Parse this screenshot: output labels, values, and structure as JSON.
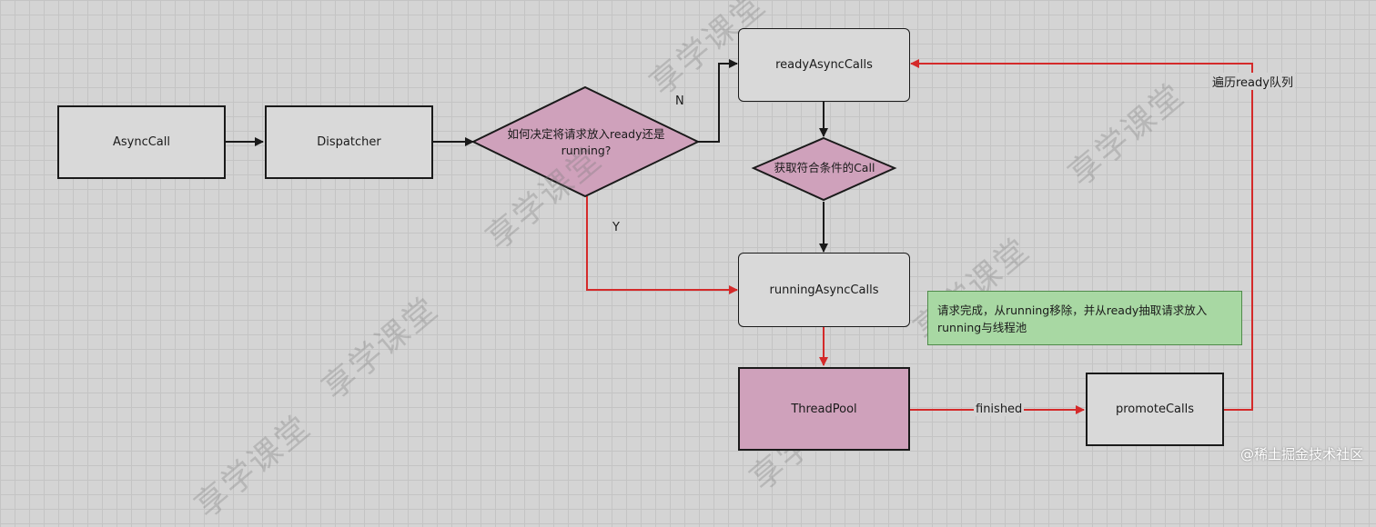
{
  "nodes": {
    "async_call": "AsyncCall",
    "dispatcher": "Dispatcher",
    "decision": "如何决定将请求放入ready还是running?",
    "ready_async_calls": "readyAsyncCalls",
    "get_call": "获取符合条件的Call",
    "running_async_calls": "runningAsyncCalls",
    "thread_pool": "ThreadPool",
    "promote_calls": "promoteCalls"
  },
  "edge_labels": {
    "n": "N",
    "y": "Y",
    "finished": "finished",
    "traverse_ready": "遍历ready队列"
  },
  "note": "请求完成，从running移除，并从ready抽取请求放入running与线程池",
  "watermark": "享学课堂",
  "credit": "@稀土掘金技术社区",
  "colors": {
    "box_fill": "#d9d9d9",
    "pink_fill": "#cfa1bb",
    "note_fill": "#a8d8a3",
    "red_arrow": "#d42a2a",
    "black_arrow": "#1a1a1a"
  }
}
